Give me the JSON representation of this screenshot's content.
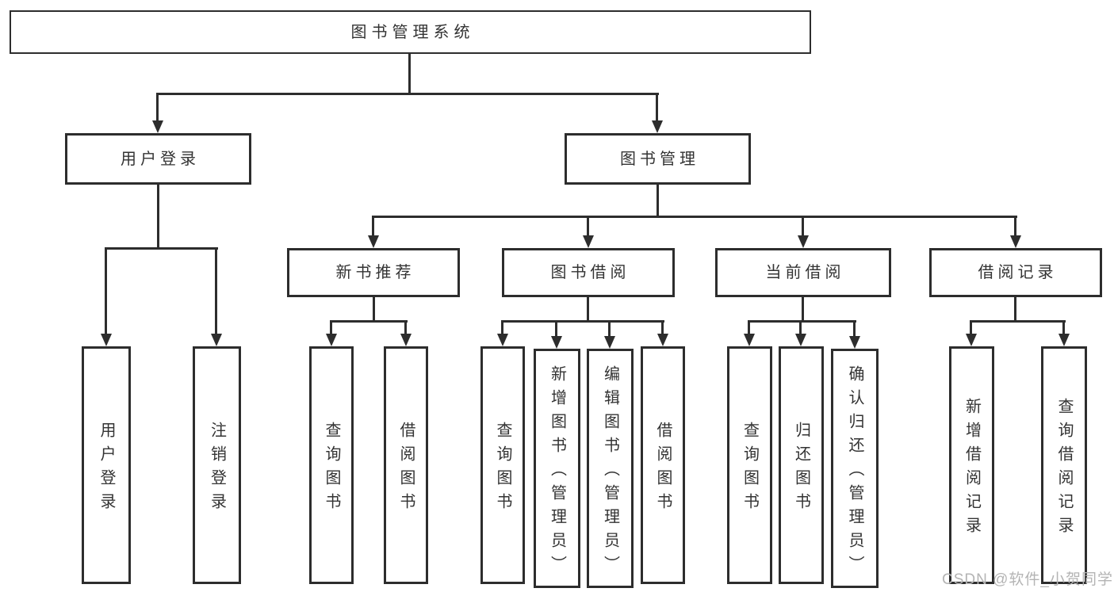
{
  "diagram": {
    "type": "hierarchy-tree",
    "title": "图书管理系统",
    "hierarchy": {
      "label": "图书管理系统",
      "children": [
        {
          "label": "用户登录",
          "children": [
            {
              "label": "用户登录"
            },
            {
              "label": "注销登录"
            }
          ]
        },
        {
          "label": "图书管理",
          "children": [
            {
              "label": "新书推荐",
              "children": [
                {
                  "label": "查询图书"
                },
                {
                  "label": "借阅图书"
                }
              ]
            },
            {
              "label": "图书借阅",
              "children": [
                {
                  "label": "查询图书"
                },
                {
                  "label": "新增图书（管理员）"
                },
                {
                  "label": "编辑图书（管理员）"
                },
                {
                  "label": "借阅图书"
                }
              ]
            },
            {
              "label": "当前借阅",
              "children": [
                {
                  "label": "查询图书"
                },
                {
                  "label": "归还图书"
                },
                {
                  "label": "确认归还（管理员）"
                }
              ]
            },
            {
              "label": "借阅记录",
              "children": [
                {
                  "label": "新增借阅记录"
                },
                {
                  "label": "查询借阅记录"
                }
              ]
            }
          ]
        }
      ]
    }
  },
  "nodes": {
    "root": {
      "label": "图书管理系统"
    },
    "user_login": {
      "label": "用户登录"
    },
    "book_mgmt": {
      "label": "图书管理"
    },
    "new_book_rec": {
      "label": "新书推荐"
    },
    "book_borrow": {
      "label": "图书借阅"
    },
    "current_borrow": {
      "label": "当前借阅"
    },
    "borrow_records": {
      "label": "借阅记录"
    },
    "leaf_user_login": {
      "label": "用户登录"
    },
    "leaf_logout": {
      "label": "注销登录"
    },
    "leaf_query_books_1": {
      "label": "查询图书"
    },
    "leaf_borrow_books_1": {
      "label": "借阅图书"
    },
    "leaf_query_books_2": {
      "label": "查询图书"
    },
    "leaf_add_books_admin": {
      "label": "新增图书（管理员）"
    },
    "leaf_edit_books_admin": {
      "label": "编辑图书（管理员）"
    },
    "leaf_borrow_books_2": {
      "label": "借阅图书"
    },
    "leaf_query_books_3": {
      "label": "查询图书"
    },
    "leaf_return_books": {
      "label": "归还图书"
    },
    "leaf_confirm_return_admin": {
      "label": "确认归还（管理员）"
    },
    "leaf_add_borrow_record": {
      "label": "新增借阅记录"
    },
    "leaf_query_borrow_record": {
      "label": "查询借阅记录"
    }
  },
  "watermark": {
    "text": "CSDN @软件_小贺同学",
    "color": "#b4b4b4"
  },
  "colors": {
    "line": "#2d2d2d",
    "box_border": "#2d2d2d",
    "text": "#333333",
    "background": "#ffffff"
  }
}
